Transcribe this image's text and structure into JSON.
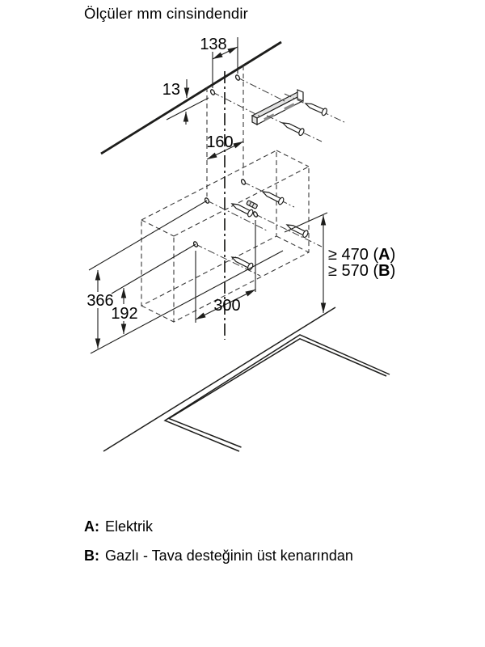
{
  "title": "Ölçüler mm cinsindendir",
  "diagram": {
    "dimensions": {
      "bracket_hole_spacing": "138",
      "ceiling_clearance": "13",
      "upper_anchor_spacing": "160",
      "total_mount_height": "366",
      "lower_mount_height": "192",
      "lower_anchor_spacing": "300",
      "min_height_a": {
        "prefix": "≥ 470 (",
        "letter": "A",
        "suffix": ")"
      },
      "min_height_b": {
        "prefix": "≥ 570 (",
        "letter": "B",
        "suffix": ")"
      }
    },
    "colors": {
      "line": "#1d1d1b",
      "background": "#ffffff"
    }
  },
  "legend": {
    "item_a": {
      "label": "A:",
      "text": "Elektrik"
    },
    "item_b": {
      "label": "B:",
      "text": "Gazlı - Tava desteğinin üst kenarından"
    }
  }
}
